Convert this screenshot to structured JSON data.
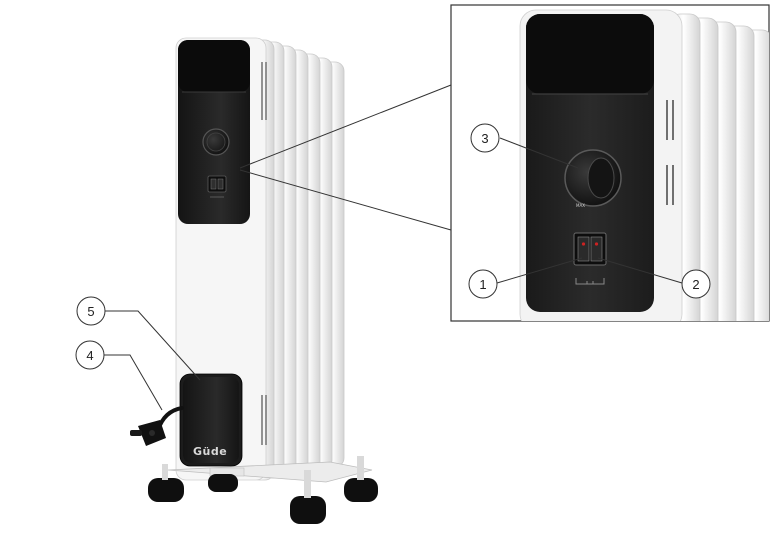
{
  "diagram": {
    "brand_label": "Güde",
    "dial_marking": "MAX",
    "callouts": [
      {
        "number": "1",
        "part": "switch"
      },
      {
        "number": "2",
        "part": "switch"
      },
      {
        "number": "3",
        "part": "thermostat-dial"
      },
      {
        "number": "4",
        "part": "power-cord"
      },
      {
        "number": "5",
        "part": "control-housing"
      }
    ],
    "colors": {
      "body": "#f4f4f4",
      "fin_shadow": "#d8d8d8",
      "panel": "#1f1f1f",
      "panel_top": "#0f0f0f",
      "leader_line": "#333333",
      "callout_fill": "#ffffff"
    }
  }
}
